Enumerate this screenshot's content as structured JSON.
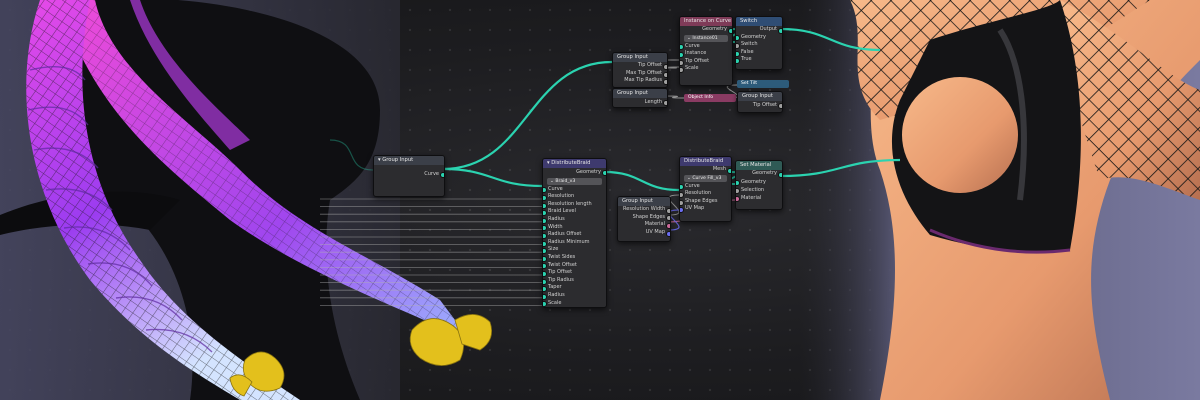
{
  "colors": {
    "geometry_link": "#2bd3b0",
    "field_link": "#b0b0b0",
    "hair_pink": "#d94ee6",
    "hair_violet": "#8a3cf0",
    "hair_tip": "#c9d8ff",
    "ribbon_yellow": "#e6c21e",
    "skin": "#f0a97c",
    "latex": "#1a1a1c"
  },
  "icons": [
    "node-collapse-icon",
    "dropdown-icon",
    "color-swatch-icon"
  ],
  "nodes": {
    "group_input": {
      "title": "Group Input",
      "rows": [
        "Curve"
      ]
    },
    "distribute_main": {
      "title": "DistributeBraid",
      "output": "Geometry",
      "dropdown": "Braid_v3",
      "inputs": [
        "Curve",
        "Resolution",
        "Resolution length",
        "Braid Level",
        "Radius",
        "Width",
        "Radius Offset",
        "Radius Minimum",
        "Size",
        "Twist Sides",
        "Twist Offset",
        "Tip Offset",
        "Tip Radius",
        "Taper",
        "Radius",
        "Scale"
      ]
    },
    "group_input_a": {
      "title": "Group Input",
      "rows": [
        "Tip Offset",
        "Max Tip Offset",
        "Max Tip Radius"
      ]
    },
    "group_input_b": {
      "title": "Group Input",
      "rows": [
        "Length"
      ]
    },
    "object_info": {
      "title": "Object Info"
    },
    "instance_curve": {
      "title": "Instance on Curve",
      "output": "Geometry",
      "dropdown": "Instance01",
      "inputs": [
        "Curve",
        "Instance",
        "Tip Offset",
        "Scale"
      ]
    },
    "switch": {
      "title": "Switch",
      "output": "Output",
      "inputs": [
        "Geometry",
        "Switch",
        "False",
        "True"
      ]
    },
    "sel_chip": "Set Tilt",
    "group_input_c": {
      "title": "Group Input",
      "rows": [
        "Tip Offset"
      ]
    },
    "distribute_small": {
      "title": "DistributeBraid",
      "output": "Mesh",
      "dropdown": "Curve Fill_v3",
      "inputs": [
        "Curve",
        "Resolution",
        "Shape Edges",
        "UV Map"
      ]
    },
    "group_input_d": {
      "title": "Group Input",
      "rows": [
        "Resolution Width",
        "Shape Edges",
        "Material",
        "UV Map"
      ]
    },
    "set_material": {
      "title": "Set Material",
      "output": "Geometry",
      "inputs": [
        "Geometry",
        "Selection",
        "Material"
      ]
    }
  }
}
